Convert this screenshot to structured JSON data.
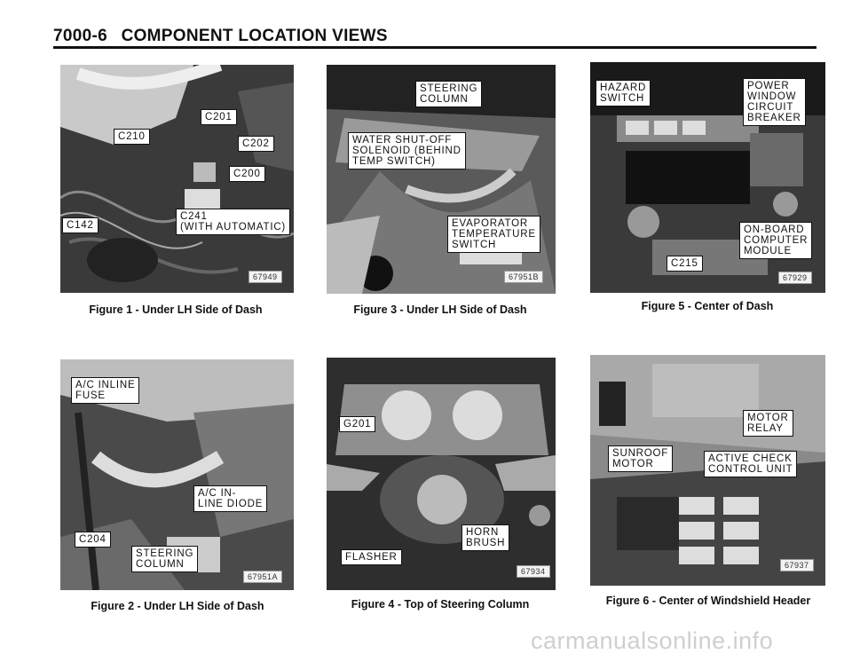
{
  "header": {
    "page_number": "7000-6",
    "title": "COMPONENT LOCATION VIEWS"
  },
  "figures": [
    {
      "caption": "Figure 1 - Under LH Side of Dash",
      "photo_code": "67949",
      "callouts": [
        "C201",
        "C210",
        "C202",
        "C200",
        "C241\n(WITH AUTOMATIC)",
        "C142"
      ]
    },
    {
      "caption": "Figure 2 - Under LH Side of Dash",
      "photo_code": "67951A",
      "callouts": [
        "A/C INLINE\nFUSE",
        "A/C IN-\nLINE DIODE",
        "C204",
        "STEERING\nCOLUMN"
      ]
    },
    {
      "caption": "Figure 3 - Under LH Side of Dash",
      "photo_code": "67951B",
      "callouts": [
        "STEERING\nCOLUMN",
        "WATER SHUT-OFF\nSOLENOID (BEHIND\nTEMP SWITCH)",
        "EVAPORATOR\nTEMPERATURE\nSWITCH"
      ]
    },
    {
      "caption": "Figure 4 - Top of Steering Column",
      "photo_code": "67934",
      "callouts": [
        "G201",
        "HORN\nBRUSH",
        "FLASHER"
      ]
    },
    {
      "caption": "Figure 5 - Center of Dash",
      "photo_code": "67929",
      "callouts": [
        "HAZARD\nSWITCH",
        "POWER\nWINDOW\nCIRCUIT\nBREAKER",
        "ON-BOARD\nCOMPUTER\nMODULE",
        "C215"
      ]
    },
    {
      "caption": "Figure 6 - Center of Windshield Header",
      "photo_code": "67937",
      "callouts": [
        "MOTOR\nRELAY",
        "SUNROOF\nMOTOR",
        "ACTIVE CHECK\nCONTROL UNIT"
      ]
    }
  ],
  "watermark": "carmanualsonline.info"
}
